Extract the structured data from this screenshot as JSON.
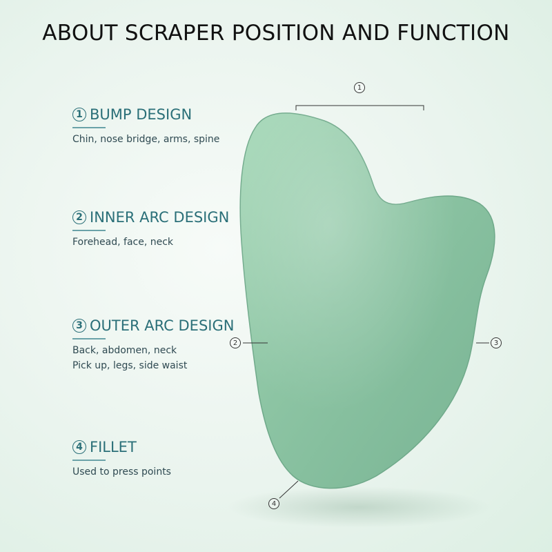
{
  "title": "ABOUT SCRAPER POSITION AND FUNCTION",
  "colors": {
    "accent": "#2a6f78",
    "stone": "#8fc6a4",
    "background": "#eaf4ee"
  },
  "features": [
    {
      "number": "1",
      "title": "BUMP DESIGN",
      "desc": [
        "Chin, nose bridge, arms, spine"
      ]
    },
    {
      "number": "2",
      "title": "INNER ARC DESIGN",
      "desc": [
        "Forehead, face, neck"
      ]
    },
    {
      "number": "3",
      "title": "OUTER ARC DESIGN",
      "desc": [
        "Back, abdomen, neck",
        "Pick up, legs, side waist"
      ]
    },
    {
      "number": "4",
      "title": "FILLET",
      "desc": [
        "Used to press points"
      ]
    }
  ],
  "markers": [
    "1",
    "2",
    "3",
    "4"
  ],
  "image": {
    "icon": "gua-sha-stone-icon"
  }
}
